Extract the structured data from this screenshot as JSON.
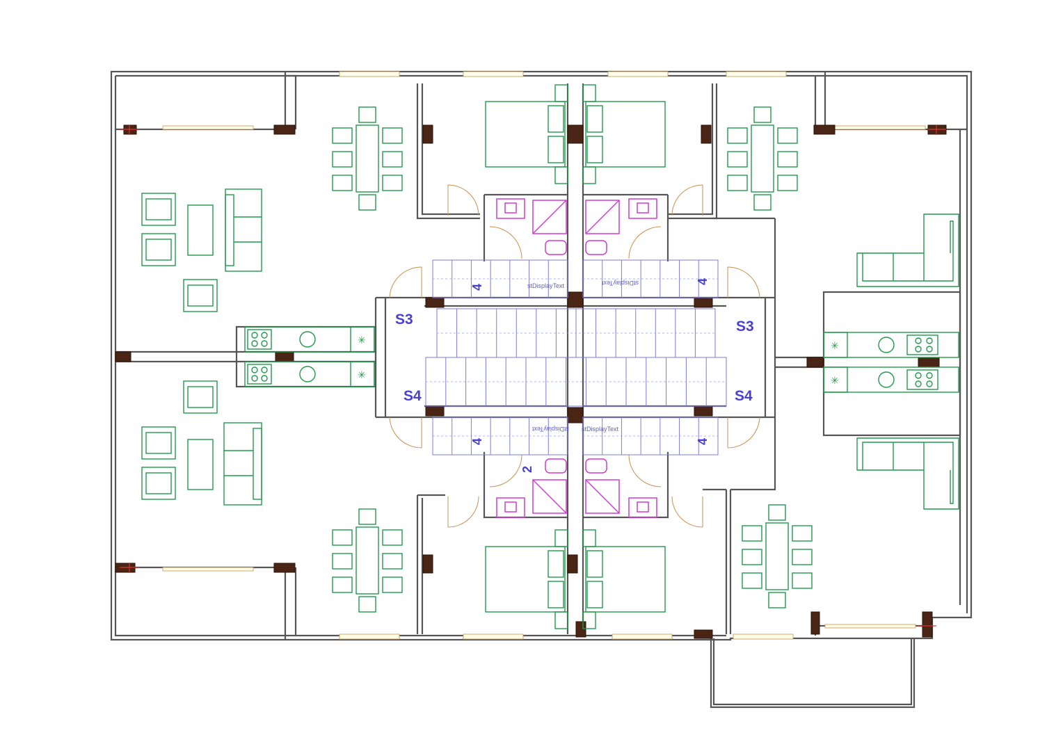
{
  "plan": {
    "stair_labels": {
      "s3_left": "S3",
      "s3_right": "S3",
      "s4_left": "S4",
      "s4_right": "S4"
    },
    "flight_numbers": {
      "tl": "4",
      "tr": "4",
      "bl": "4",
      "br": "4",
      "mid": "2"
    },
    "placeholder_texts": {
      "top_left": "stDisplayText",
      "top_right": "stDisplayText",
      "bottom_left": "stDisplayText",
      "bottom_right": "stDisplayText"
    },
    "colors": {
      "walls": "#555555",
      "columns": "#4a2515",
      "furniture": "#1f9a4a",
      "bathroom_fixtures": "#d43ad4",
      "stairs": "#7b7be6",
      "labels": "#4a40d0",
      "doors": "#c89050"
    },
    "icons": [
      "stove-icon",
      "sink-icon",
      "fan-icon",
      "bed-icon",
      "sofa-icon",
      "dining-table-icon",
      "shower-icon",
      "toilet-icon",
      "washbasin-icon"
    ]
  }
}
